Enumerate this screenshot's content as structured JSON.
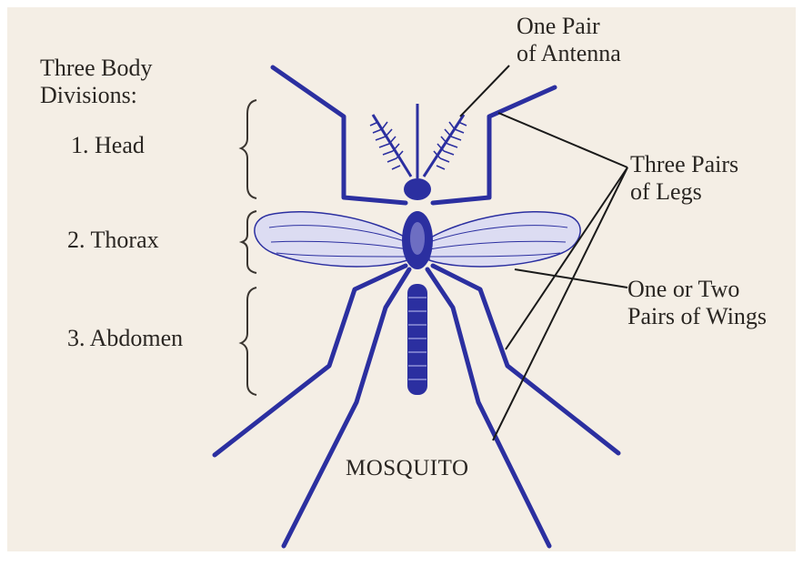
{
  "colors": {
    "background": "#f4eee5",
    "frame": "#ffffff",
    "ink": "#2b2fa0",
    "label_text": "#2a2622",
    "pointer_line": "#1a1a1a"
  },
  "labels": {
    "body_divisions_title_line1": "Three Body",
    "body_divisions_title_line2": "Divisions:",
    "head": "1. Head",
    "thorax": "2. Thorax",
    "abdomen": "3. Abdomen",
    "antenna_line1": "One Pair",
    "antenna_line2": "of Antenna",
    "legs_line1": "Three Pairs",
    "legs_line2": "of Legs",
    "wings_line1": "One or Two",
    "wings_line2": "Pairs of Wings",
    "mosquito": "MOSQUITO"
  }
}
